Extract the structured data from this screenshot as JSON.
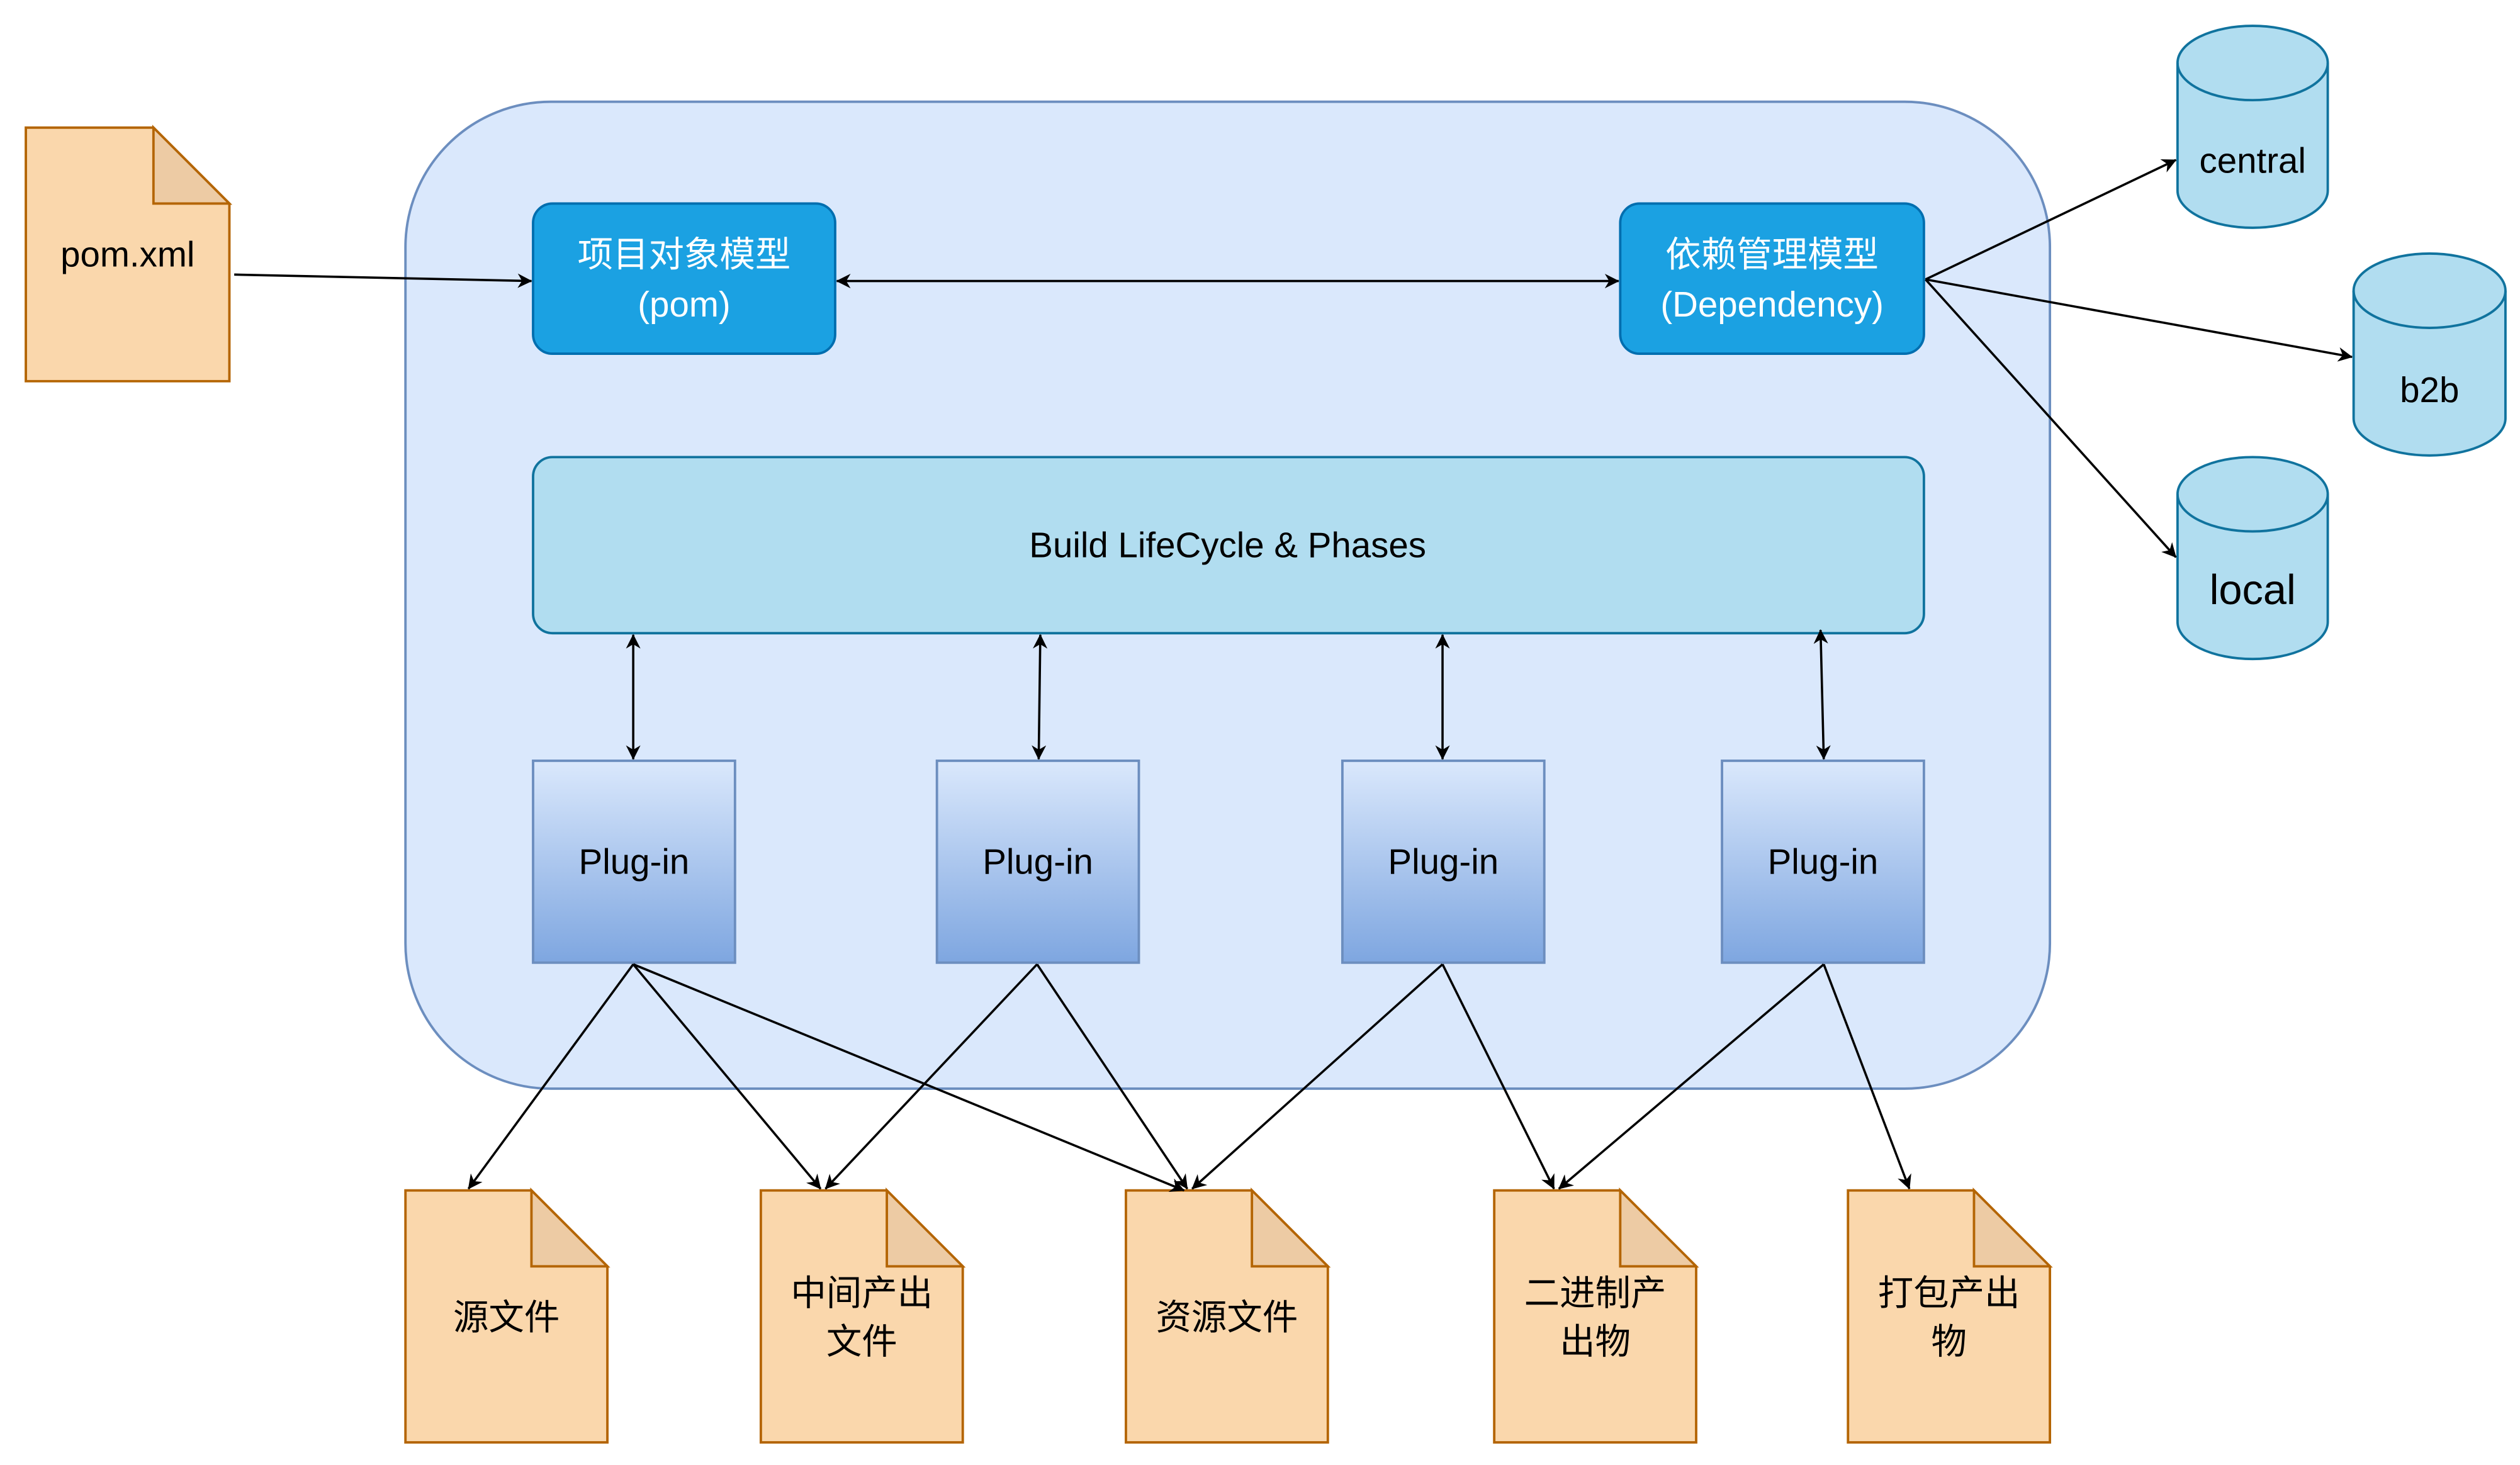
{
  "diagram": {
    "title": "Maven architecture",
    "colors": {
      "doc_fill": "#fad7ac",
      "doc_fold": "#edcba4",
      "doc_stroke": "#b46504",
      "container_fill": "#dae8fc",
      "container_stroke": "#6c8ebf",
      "model_fill": "#1ba1e2",
      "model_stroke": "#006eaf",
      "lifecycle_fill": "#b1ddf0",
      "lifecycle_stroke": "#10739e",
      "plugin_top": "#dae8fc",
      "plugin_bottom": "#7ea6e0",
      "plugin_stroke": "#6c8ebf",
      "repo_fill": "#b1ddf0",
      "repo_stroke": "#10739e"
    },
    "pom_file": {
      "label": "pom.xml"
    },
    "pom_model": {
      "line1": "项目对象模型",
      "line2": "(pom)"
    },
    "dependency_model": {
      "line1": "依赖管理模型",
      "line2": "(Dependency)"
    },
    "lifecycle": {
      "label": "Build LifeCycle & Phases"
    },
    "plugins": [
      {
        "label": "Plug-in"
      },
      {
        "label": "Plug-in"
      },
      {
        "label": "Plug-in"
      },
      {
        "label": "Plug-in"
      }
    ],
    "repositories": [
      {
        "label": "central"
      },
      {
        "label": "b2b"
      },
      {
        "label": "local"
      }
    ],
    "outputs": [
      {
        "lines": [
          "源文件"
        ]
      },
      {
        "lines": [
          "中间产出",
          "文件"
        ]
      },
      {
        "lines": [
          "资源文件"
        ]
      },
      {
        "lines": [
          "二进制产",
          "出物"
        ]
      },
      {
        "lines": [
          "打包产出",
          "物"
        ]
      }
    ],
    "edges": [
      {
        "from": "pom.xml",
        "to": "项目对象模型",
        "type": "directed"
      },
      {
        "from": "项目对象模型",
        "to": "依赖管理模型",
        "type": "bidirectional"
      },
      {
        "from": "依赖管理模型",
        "to": "central",
        "type": "directed"
      },
      {
        "from": "依赖管理模型",
        "to": "b2b",
        "type": "directed"
      },
      {
        "from": "依赖管理模型",
        "to": "local",
        "type": "directed"
      },
      {
        "from": "Build LifeCycle & Phases",
        "to": "Plug-in 1",
        "type": "bidirectional"
      },
      {
        "from": "Build LifeCycle & Phases",
        "to": "Plug-in 2",
        "type": "bidirectional"
      },
      {
        "from": "Build LifeCycle & Phases",
        "to": "Plug-in 3",
        "type": "bidirectional"
      },
      {
        "from": "Build LifeCycle & Phases",
        "to": "Plug-in 4",
        "type": "bidirectional"
      },
      {
        "from": "Plug-in 1",
        "to": "源文件",
        "type": "directed"
      },
      {
        "from": "Plug-in 1",
        "to": "中间产出文件",
        "type": "directed"
      },
      {
        "from": "Plug-in 1",
        "to": "资源文件",
        "type": "directed"
      },
      {
        "from": "Plug-in 2",
        "to": "中间产出文件",
        "type": "directed"
      },
      {
        "from": "Plug-in 2",
        "to": "资源文件",
        "type": "directed"
      },
      {
        "from": "Plug-in 3",
        "to": "资源文件",
        "type": "directed"
      },
      {
        "from": "Plug-in 3",
        "to": "二进制产出物",
        "type": "directed"
      },
      {
        "from": "Plug-in 4",
        "to": "二进制产出物",
        "type": "directed"
      },
      {
        "from": "Plug-in 4",
        "to": "打包产出物",
        "type": "directed"
      }
    ]
  }
}
